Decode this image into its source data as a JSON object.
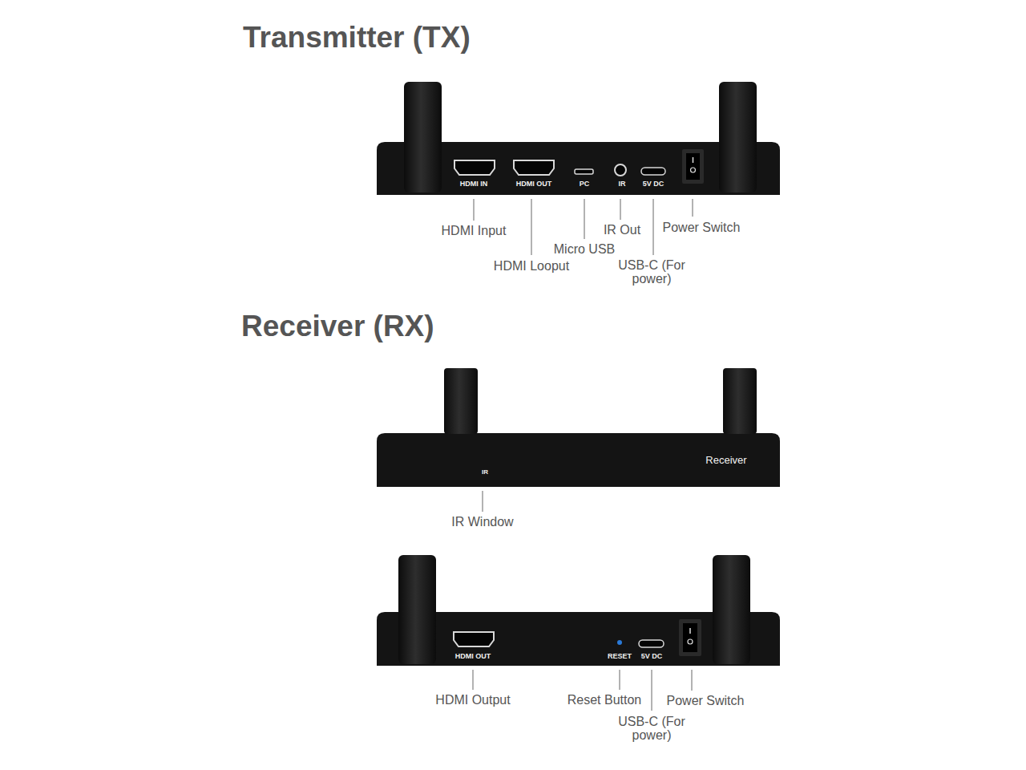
{
  "diagram": {
    "nodes": [
      {
        "text": [
          "HDMI IN",
          "HDMI OUT",
          "PC",
          "IR",
          "5V DC"
        ]
      },
      {
        "text": [
          "IR",
          "Receiver"
        ]
      },
      {
        "text": [
          "HDMI OUT",
          "RESET",
          "5V DC"
        ]
      }
    ],
    "labels": [
      "Transmitter (TX)",
      "HDMI Input",
      "HDMI Looput",
      "Micro USB",
      "IR Out",
      "USB-C (For power)",
      "Power Switch",
      "Receiver (RX)",
      "IR Window",
      "HDMI Output",
      "Reset Button",
      "USB-C (For power)",
      "Power Switch"
    ]
  }
}
